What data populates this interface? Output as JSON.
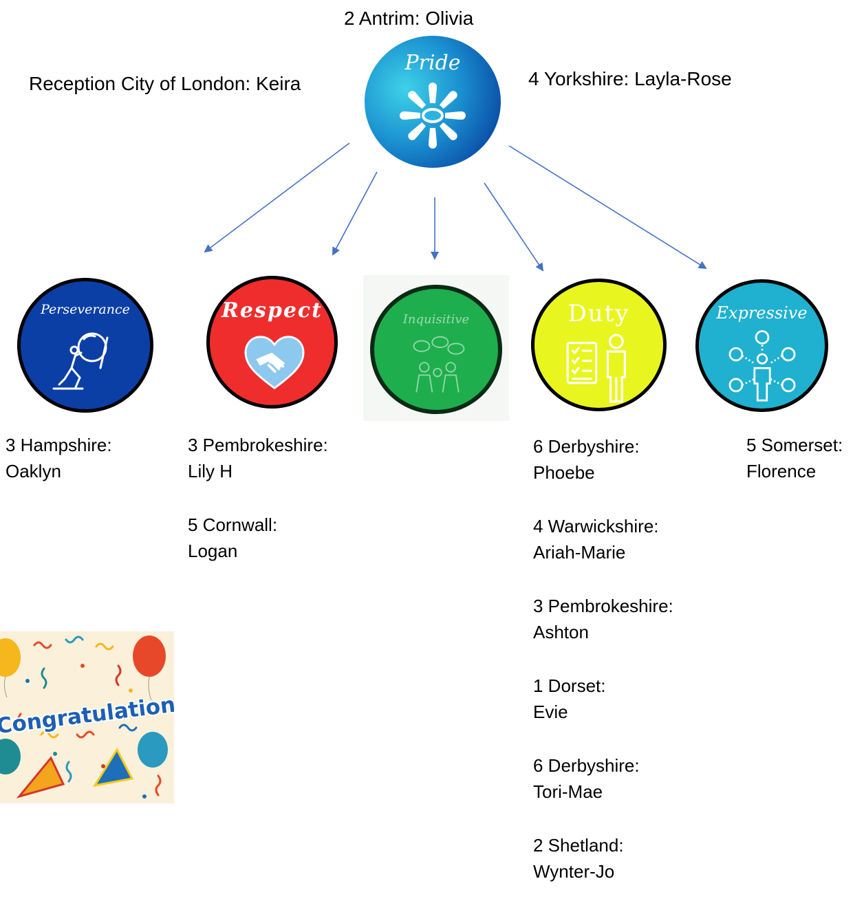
{
  "pride": {
    "badge_title": "Pride",
    "winners": {
      "top": "2 Antrim: Olivia",
      "left": "Reception City of London: Keira",
      "right": "4 Yorkshire: Layla-Rose"
    }
  },
  "values": [
    {
      "id": "perseverance",
      "title": "Perseverance",
      "color": "#0c3fa6",
      "icon": "climber-pushing-boulder-icon",
      "winners": [
        {
          "class": "3 Hampshire:",
          "name": "Oaklyn"
        }
      ]
    },
    {
      "id": "respect",
      "title": "Respect",
      "color": "#ef2d2d",
      "icon": "heart-handshake-icon",
      "winners": [
        {
          "class": "3 Pembrokeshire:",
          "name": "Lily H"
        },
        {
          "class": "5 Cornwall:",
          "name": "Logan"
        }
      ]
    },
    {
      "id": "inquisitive",
      "title": "Inquisitive",
      "color": "#1fae4d",
      "icon": "thinking-people-icon",
      "winners": []
    },
    {
      "id": "duty",
      "title": "Duty",
      "color": "#e9f51e",
      "icon": "person-checklist-icon",
      "winners": [
        {
          "class": "6 Derbyshire:",
          "name": "Phoebe"
        },
        {
          "class": "4 Warwickshire:",
          "name": "Ariah-Marie"
        },
        {
          "class": "3 Pembrokeshire:",
          "name": "Ashton"
        },
        {
          "class": "1 Dorset:",
          "name": "Evie"
        },
        {
          "class": "6 Derbyshire:",
          "name": "Tori-Mae"
        },
        {
          "class": "2 Shetland:",
          "name": "Wynter-Jo"
        }
      ]
    },
    {
      "id": "expressive",
      "title": "Expressive",
      "color": "#1fb1cf",
      "icon": "person-emotions-icon",
      "winners": [
        {
          "class": "5 Somerset:",
          "name": "Florence"
        }
      ]
    }
  ],
  "congrats": {
    "text": "Congratulations!"
  }
}
